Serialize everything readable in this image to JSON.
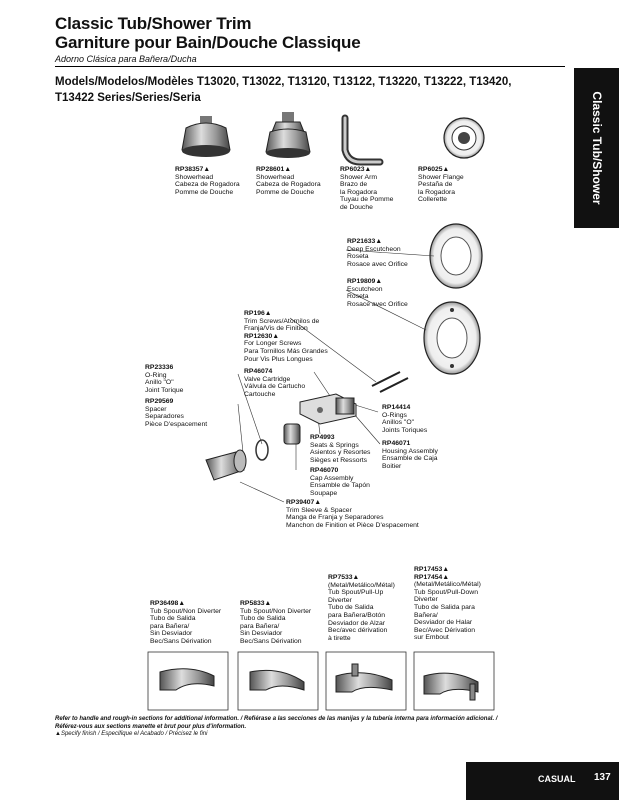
{
  "header": {
    "title_en": "Classic Tub/Shower Trim",
    "title_fr": "Garniture pour Bain/Douche Classique",
    "title_es": "Adorno Clásica para Bañera/Ducha",
    "models_line1": "Models/Modelos/Modèles T13020, T13022, T13120, T13122, T13220, T13222, T13420,",
    "models_line2": "T13422 Series/Series/Seria"
  },
  "side_tab": {
    "label": "Classic Tub/Shower"
  },
  "top_parts": [
    {
      "pn": "RP38357▲",
      "lines": [
        "Showerhead",
        "Cabeza de Rogadora",
        "Pomme de Douche"
      ]
    },
    {
      "pn": "RP28601▲",
      "lines": [
        "Showerhead",
        "Cabeza de Rogadora",
        "Pomme de Douche"
      ]
    },
    {
      "pn": "RP6023▲",
      "lines": [
        "Shower Arm",
        "Brazo de",
        "la Rogadora",
        "Tuyau de Pomme",
        "de Douche"
      ]
    },
    {
      "pn": "RP6025▲",
      "lines": [
        "Shower Flange",
        "Pestaña de",
        "la Rogadora",
        "Collerette"
      ]
    }
  ],
  "valve_parts": {
    "rp21633": {
      "pn": "RP21633▲",
      "lines": [
        "Deep Escutcheon",
        "Roseta",
        "Rosace avec Orifice"
      ]
    },
    "rp19809": {
      "pn": "RP19809▲",
      "lines": [
        "Escutcheon",
        "Roseta",
        "Rosace avec Orifice"
      ]
    },
    "rp196": {
      "pn": "RP196▲",
      "lines": [
        "Trim Screws/Atornilos de",
        "Franja/Vis de Finition"
      ]
    },
    "rp12630": {
      "pn": "RP12630▲",
      "lines": [
        "For Longer Screws",
        "Para Tornillos Más Grandes",
        "Pour Vis Plus Longues"
      ]
    },
    "rp23336": {
      "pn": "RP23336",
      "lines": [
        "O-Ring",
        "Anillo \"O\"",
        "Joint Torique"
      ]
    },
    "rp29569": {
      "pn": "RP29569",
      "lines": [
        "Spacer",
        "Separadores",
        "Pièce D'espacement"
      ]
    },
    "rp46074": {
      "pn": "RP46074",
      "lines": [
        "Valve Cartridge",
        "Válvula de Cartucho",
        "Cartouche"
      ]
    },
    "rp14414": {
      "pn": "RP14414",
      "lines": [
        "O-Rings",
        "Anillos \"O\"",
        "Joints Toriques"
      ]
    },
    "rp4993": {
      "pn": "RP4993",
      "lines": [
        "Seats & Springs",
        "Asientos y Resortes",
        "Sièges et Ressorts"
      ]
    },
    "rp46071": {
      "pn": "RP46071",
      "lines": [
        "Housing Assembly",
        "Ensamble de Caja",
        "Boitier"
      ]
    },
    "rp46070": {
      "pn": "RP46070",
      "lines": [
        "Cap Assembly",
        "Ensamble de Tapón",
        "Soupape"
      ]
    },
    "rp39407": {
      "pn": "RP39407▲",
      "lines": [
        "Trim Sleeve & Spacer",
        "Manga de Franja y Separadores",
        "Manchon de Finition et Pièce D'espacement"
      ]
    }
  },
  "spouts": [
    {
      "pn": "RP36498▲",
      "lines": [
        "Tub Spout/Non Diverter",
        "Tubo de Salida",
        "para Bañera/",
        "Sin Desviador",
        "Bec/Sans Dérivation"
      ]
    },
    {
      "pn": "RP5833▲",
      "lines": [
        "Tub Spout/Non Diverter",
        "Tubo de Salida",
        "para Bañera/",
        "Sin Desviador",
        "Bec/Sans Dérivation"
      ]
    },
    {
      "pn": "RP7533▲",
      "lines": [
        "(Metal/Metálico/Métal)",
        "Tub Spout/Pull-Up",
        "Diverter",
        "Tubo de Salida",
        "para Bañera/Botón",
        "Desviador de Alzar",
        "Bec/avec dérivation",
        "à tirette"
      ]
    },
    {
      "pn": "RP17453▲",
      "pn2": "RP17454▲",
      "lines": [
        "(Metal/Metálico/Métal)",
        "Tub Spout/Pull-Down",
        "Diverter",
        "Tubo de Salida para",
        "Bañera/",
        "Desviador de Halar",
        "Bec/Avec Dérivation",
        "sur Embout"
      ]
    }
  ],
  "footnote": {
    "line1": "Refer to handle and rough-in sections for additional information. / Refiérase a las secciones de las manijas y la tubería interna para información adicional. /",
    "line2": "Référez-vous aux sections manette et brut pour plus d'information.",
    "line3": "▲Specify finish / Especifique el Acabado / Précisez le fini"
  },
  "footer": {
    "section": "CASUAL",
    "page": "137"
  }
}
